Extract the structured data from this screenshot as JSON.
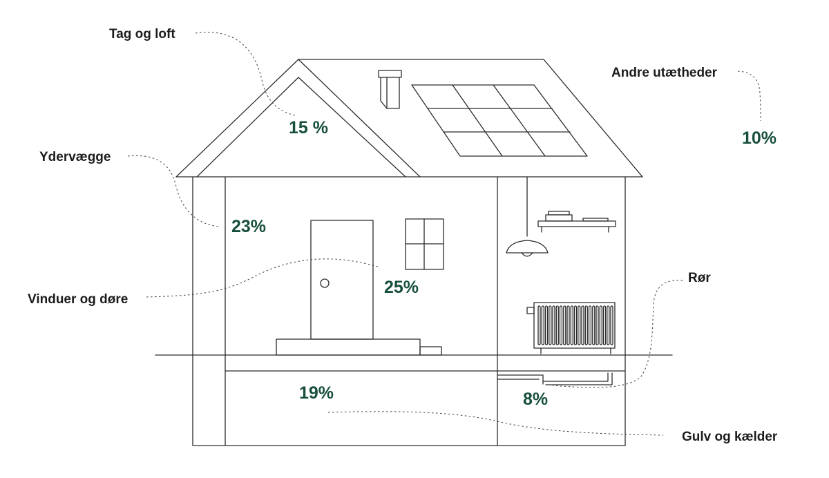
{
  "colors": {
    "accent": "#174f3c",
    "line": "#2a2a2a"
  },
  "categories": [
    {
      "key": "roof",
      "label": "Tag og loft",
      "value": "15 %"
    },
    {
      "key": "walls",
      "label": "Ydervægge",
      "value": "23%"
    },
    {
      "key": "windows",
      "label": "Vinduer og døre",
      "value": "25%"
    },
    {
      "key": "floor",
      "label": "Gulv og kælder",
      "value": "19%"
    },
    {
      "key": "pipes",
      "label": "Rør",
      "value": "8%"
    },
    {
      "key": "other",
      "label": "Andre utætheder",
      "value": "10%"
    }
  ]
}
